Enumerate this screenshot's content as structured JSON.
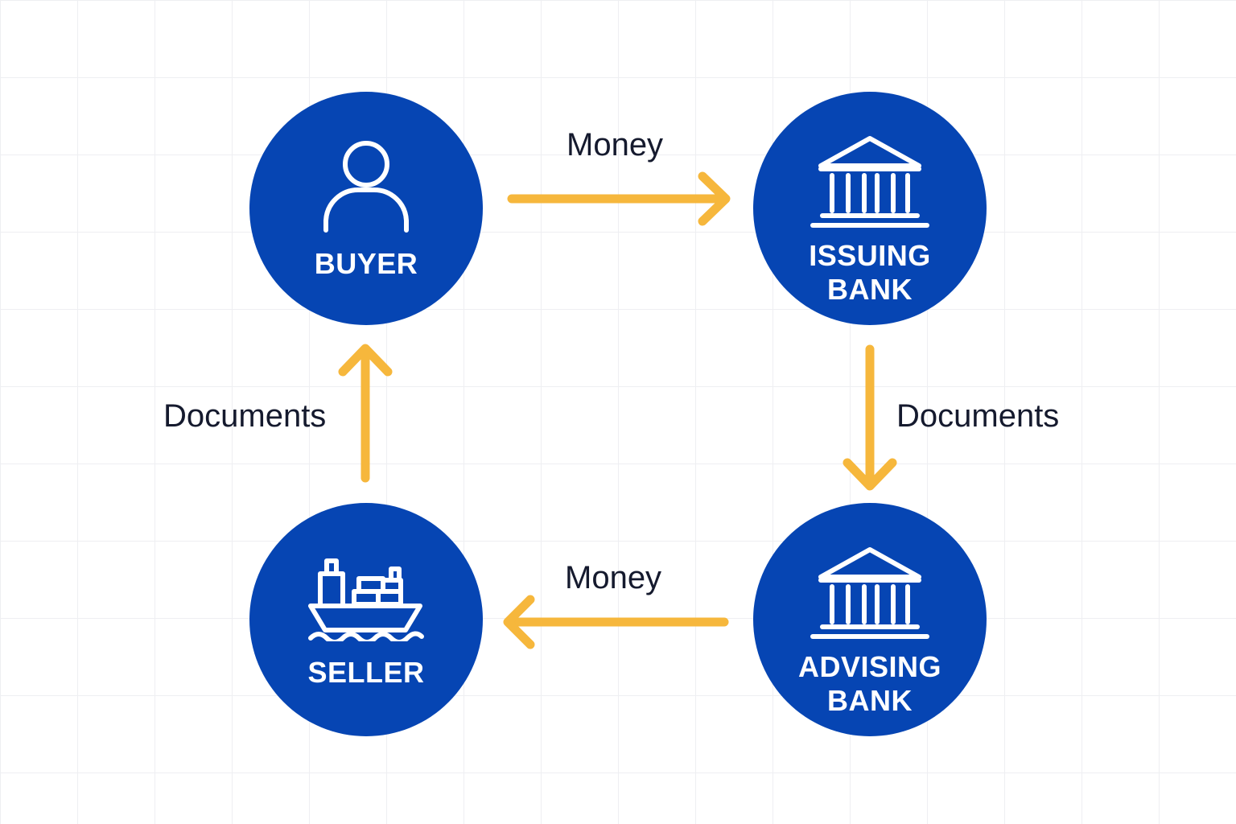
{
  "colors": {
    "node_fill": "#0645b3",
    "arrow": "#f6b73c",
    "label_text": "#151a2e",
    "node_text": "#ffffff"
  },
  "nodes": {
    "buyer": {
      "label_lines": [
        "BUYER"
      ],
      "icon": "person-icon"
    },
    "issuing_bank": {
      "label_lines": [
        "ISSUING",
        "BANK"
      ],
      "icon": "bank-icon"
    },
    "seller": {
      "label_lines": [
        "SELLER"
      ],
      "icon": "cargo-ship-icon"
    },
    "advising_bank": {
      "label_lines": [
        "ADVISING",
        "BANK"
      ],
      "icon": "bank-icon"
    }
  },
  "edges": [
    {
      "from": "BUYER",
      "to": "ISSUING BANK",
      "label": "Money"
    },
    {
      "from": "ISSUING BANK",
      "to": "ADVISING BANK",
      "label": "Documents"
    },
    {
      "from": "ADVISING BANK",
      "to": "SELLER",
      "label": "Money"
    },
    {
      "from": "SELLER",
      "to": "BUYER",
      "label": "Documents"
    }
  ]
}
